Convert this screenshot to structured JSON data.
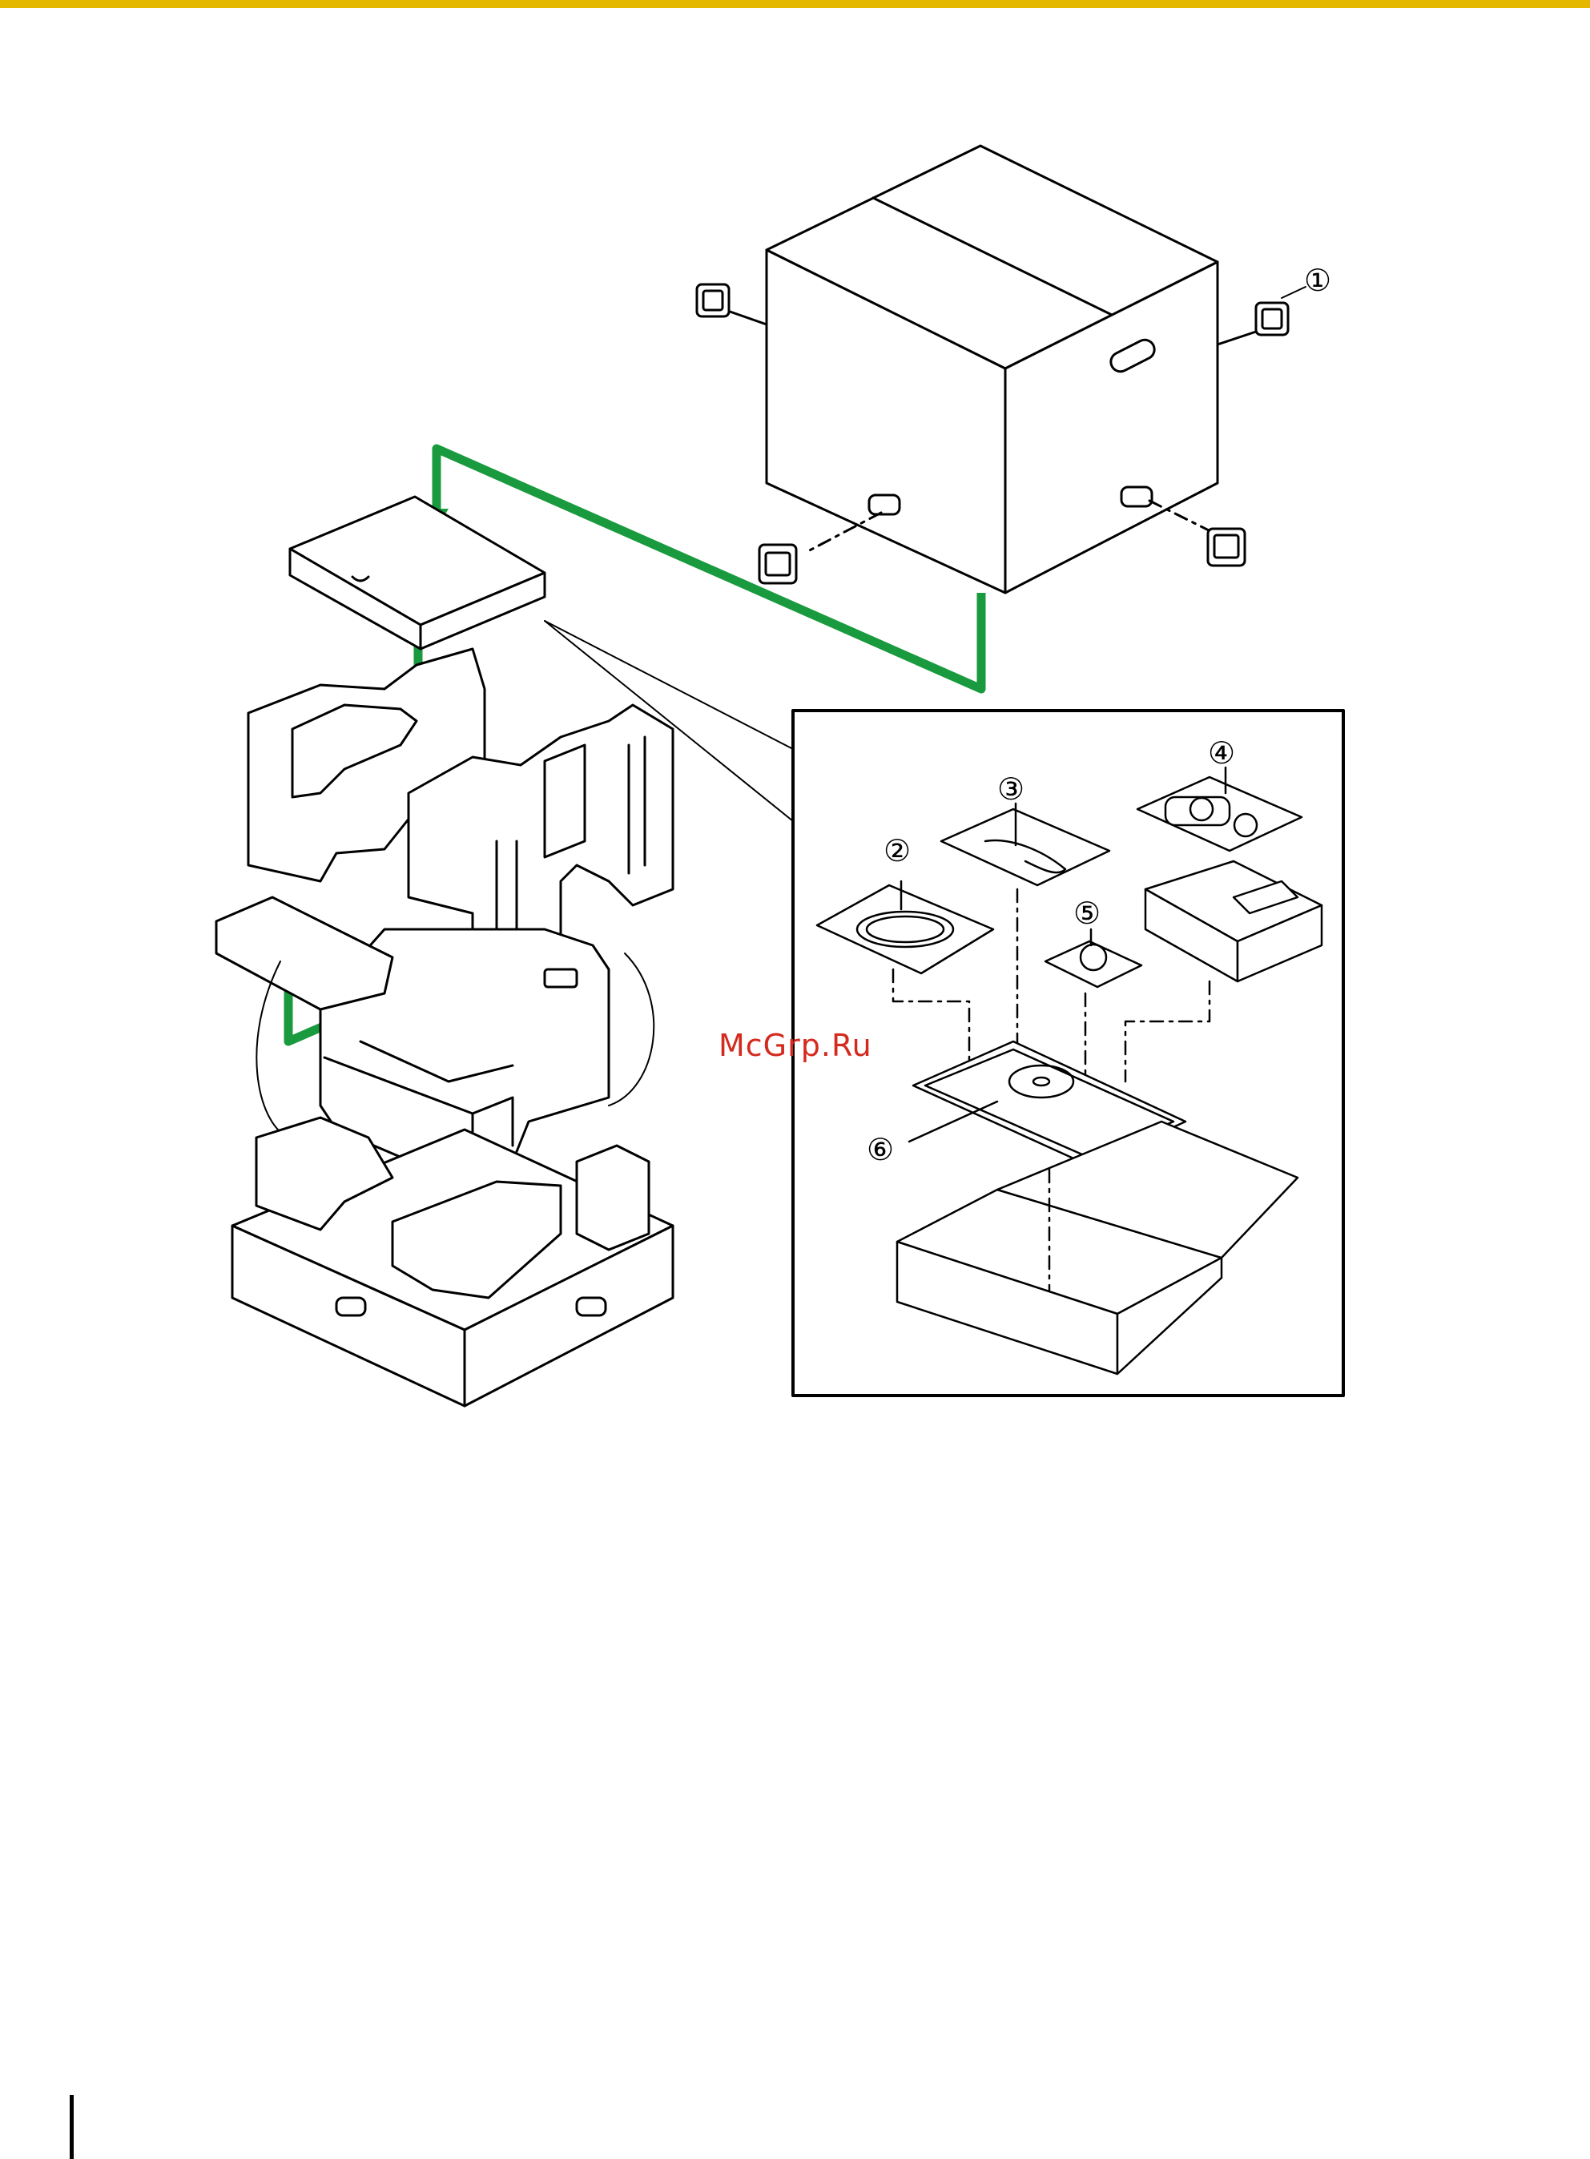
{
  "colors": {
    "top_rule": "#e5b800",
    "arrow": "#1a9a3e",
    "line": "#000000",
    "watermark": "#d42a1e"
  },
  "watermark": {
    "text": "McGrp.Ru"
  },
  "callouts": [
    {
      "id": "1",
      "label": "①"
    },
    {
      "id": "2",
      "label": "②"
    },
    {
      "id": "3",
      "label": "③"
    },
    {
      "id": "4",
      "label": "④"
    },
    {
      "id": "5",
      "label": "⑤"
    },
    {
      "id": "6",
      "label": "⑥"
    }
  ]
}
